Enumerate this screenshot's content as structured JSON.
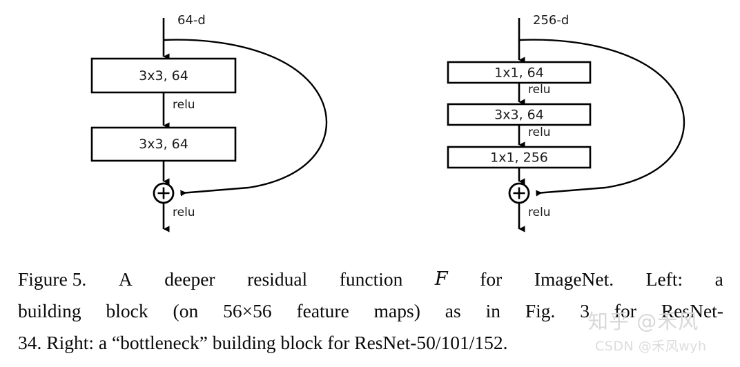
{
  "figure": {
    "label": "Figure 5.",
    "left_diagram": {
      "name": "basic-building-block",
      "input_dim": "64-d",
      "blocks": [
        {
          "label": "3x3, 64"
        },
        {
          "label": "3x3, 64"
        }
      ],
      "edge_labels": [
        "relu"
      ],
      "output_label": "relu",
      "merge_symbol": "+"
    },
    "right_diagram": {
      "name": "bottleneck-building-block",
      "input_dim": "256-d",
      "blocks": [
        {
          "label": "1x1, 64"
        },
        {
          "label": "3x3, 64"
        },
        {
          "label": "1x1, 256"
        }
      ],
      "edge_labels": [
        "relu",
        "relu"
      ],
      "output_label": "relu",
      "merge_symbol": "+"
    }
  },
  "caption": {
    "line1_left": "Figure 5.",
    "line1_w1": "A",
    "line1_w2": "deeper",
    "line1_w3": "residual",
    "line1_w4": "function",
    "line1_math": "F",
    "line1_w5": "for",
    "line1_w6": "ImageNet.",
    "line1_w7": "Left:",
    "line1_w8": "a",
    "line2_w1": "building",
    "line2_w2": "block",
    "line2_w3": "(on",
    "line2_w4": "56×56",
    "line2_w5": "feature",
    "line2_w6": "maps)",
    "line2_w7": "as",
    "line2_w8": "in",
    "line2_w9": "Fig.",
    "line2_w10": "3",
    "line2_w11": "for",
    "line2_w12": "ResNet-",
    "line3": "34. Right: a “bottleneck” building block for ResNet-50/101/152."
  },
  "watermark": {
    "zhihu": "知乎 @禾风",
    "csdn": "CSDN @禾风wyh"
  },
  "colors": {
    "stroke": "#000000",
    "box_fill": "#ffffff",
    "text": "#1a1a1a",
    "caption_text": "#0a0a0a",
    "watermark": "#d8d8d8",
    "background": "#ffffff"
  }
}
